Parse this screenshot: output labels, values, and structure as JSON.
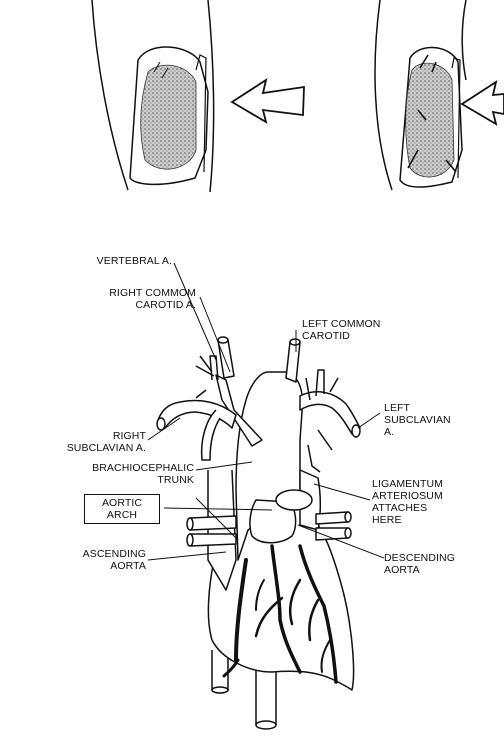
{
  "labels": {
    "vertebral": [
      "VERTEBRAL A."
    ],
    "right_common_carotid": [
      "RIGHT COMMOM",
      "CAROTID A."
    ],
    "left_common_carotid": [
      "LEFT COMMON",
      "CAROTID"
    ],
    "left_subclavian": [
      "LEFT",
      "SUBCLAVIAN",
      "A."
    ],
    "right_subclavian": [
      "RIGHT",
      "SUBCLAVIAN A."
    ],
    "brachiocephalic": [
      "BRACHIOCEPHALIC",
      "TRUNK"
    ],
    "ligamentum": [
      "LIGAMENTUM",
      "ARTERIOSUM",
      "ATTACHES",
      "HERE"
    ],
    "aortic_arch": [
      "AORTIC",
      "ARCH"
    ],
    "ascending_aorta": [
      "ASCENDING",
      "AORTA"
    ],
    "descending_aorta": [
      "DESCENDING",
      "AORTA"
    ]
  },
  "colors": {
    "ink": "#111111",
    "paper": "#ffffff",
    "stipple": "#9a9a9a"
  }
}
